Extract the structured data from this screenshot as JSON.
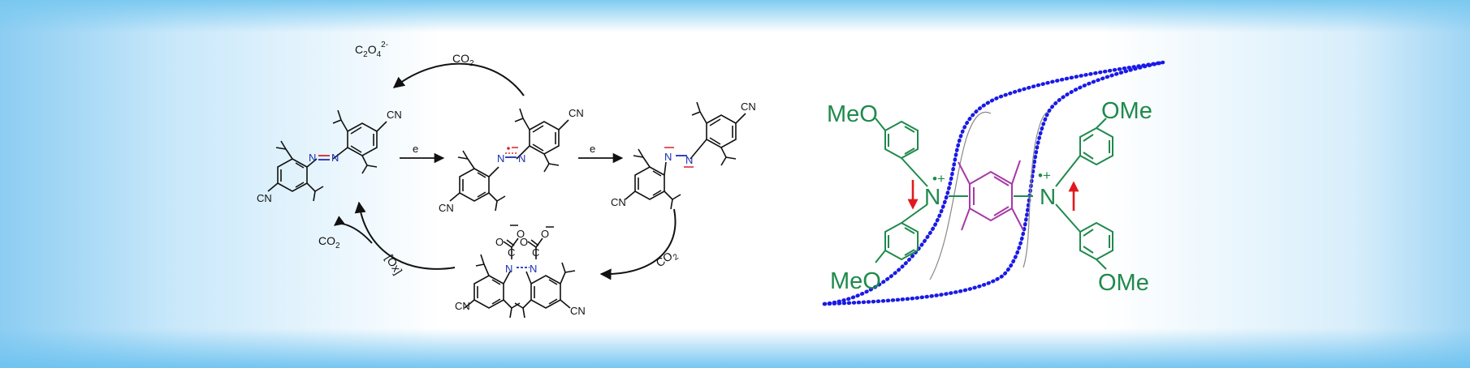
{
  "scheme": {
    "top_product": "C2O42-",
    "top_product_main": "C",
    "top_product_sub1": "2",
    "top_product_mid": "O",
    "top_product_sub2": "4",
    "top_product_sup": "2-",
    "top_reagent": "CO2",
    "top_reagent_main": "CO",
    "top_reagent_sub": "2",
    "step1_reagent": "e",
    "step2_reagent": "e",
    "right_reagent_main": "CO",
    "right_reagent_sub": "2",
    "bottom_left_product_main": "CO",
    "bottom_left_product_sub": "2",
    "oxidant": "[Ox]",
    "nitrile": "CN",
    "nitrogen": "N",
    "oxygen": "O",
    "carbon": "C",
    "negative_charge": "−"
  },
  "molecule": {
    "substituent_top_left": "MeO",
    "substituent_top_right": "OMe",
    "substituent_bottom_left": "MeO",
    "substituent_bottom_right": "OMe",
    "nitrogen": "N",
    "radical_cation": "•+"
  },
  "colors": {
    "bond_black": "#111111",
    "azo_blue": "#1a2fb5",
    "azo_red": "#d8232a",
    "molecule_green": "#1f8a4c",
    "core_purple": "#a63aa6",
    "spin_arrow_red": "#e0191e",
    "hysteresis_blue": "#1a1ae6"
  }
}
